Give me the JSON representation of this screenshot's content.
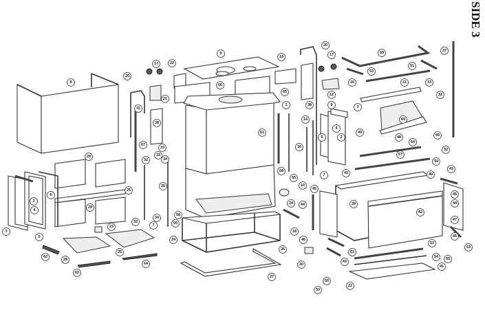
{
  "title": "SIDE 3",
  "callouts": [
    "8",
    "20",
    "17",
    "22",
    "21",
    "31",
    "38",
    "67",
    "10",
    "33",
    "32",
    "34",
    "29",
    "25",
    "6",
    "2",
    "4",
    "29",
    "3",
    "5",
    "23",
    "32",
    "7",
    "34",
    "36",
    "55",
    "58",
    "24",
    "28",
    "26",
    "62",
    "63",
    "64",
    "9",
    "19",
    "66",
    "65",
    "1",
    "61",
    "38",
    "14",
    "36",
    "68",
    "55",
    "10",
    "24",
    "44",
    "45",
    "18",
    "46",
    "26",
    "30",
    "27",
    "50",
    "20",
    "17",
    "16",
    "12",
    "59",
    "53",
    "51",
    "11",
    "13",
    "37",
    "32",
    "9",
    "3",
    "60",
    "4",
    "2",
    "6",
    "49",
    "48",
    "54",
    "49",
    "32",
    "57",
    "54",
    "43",
    "40",
    "43",
    "39",
    "45",
    "44",
    "42",
    "47",
    "45",
    "53",
    "61",
    "43",
    "53",
    "54",
    "41",
    "50",
    "50",
    "22",
    "7"
  ]
}
